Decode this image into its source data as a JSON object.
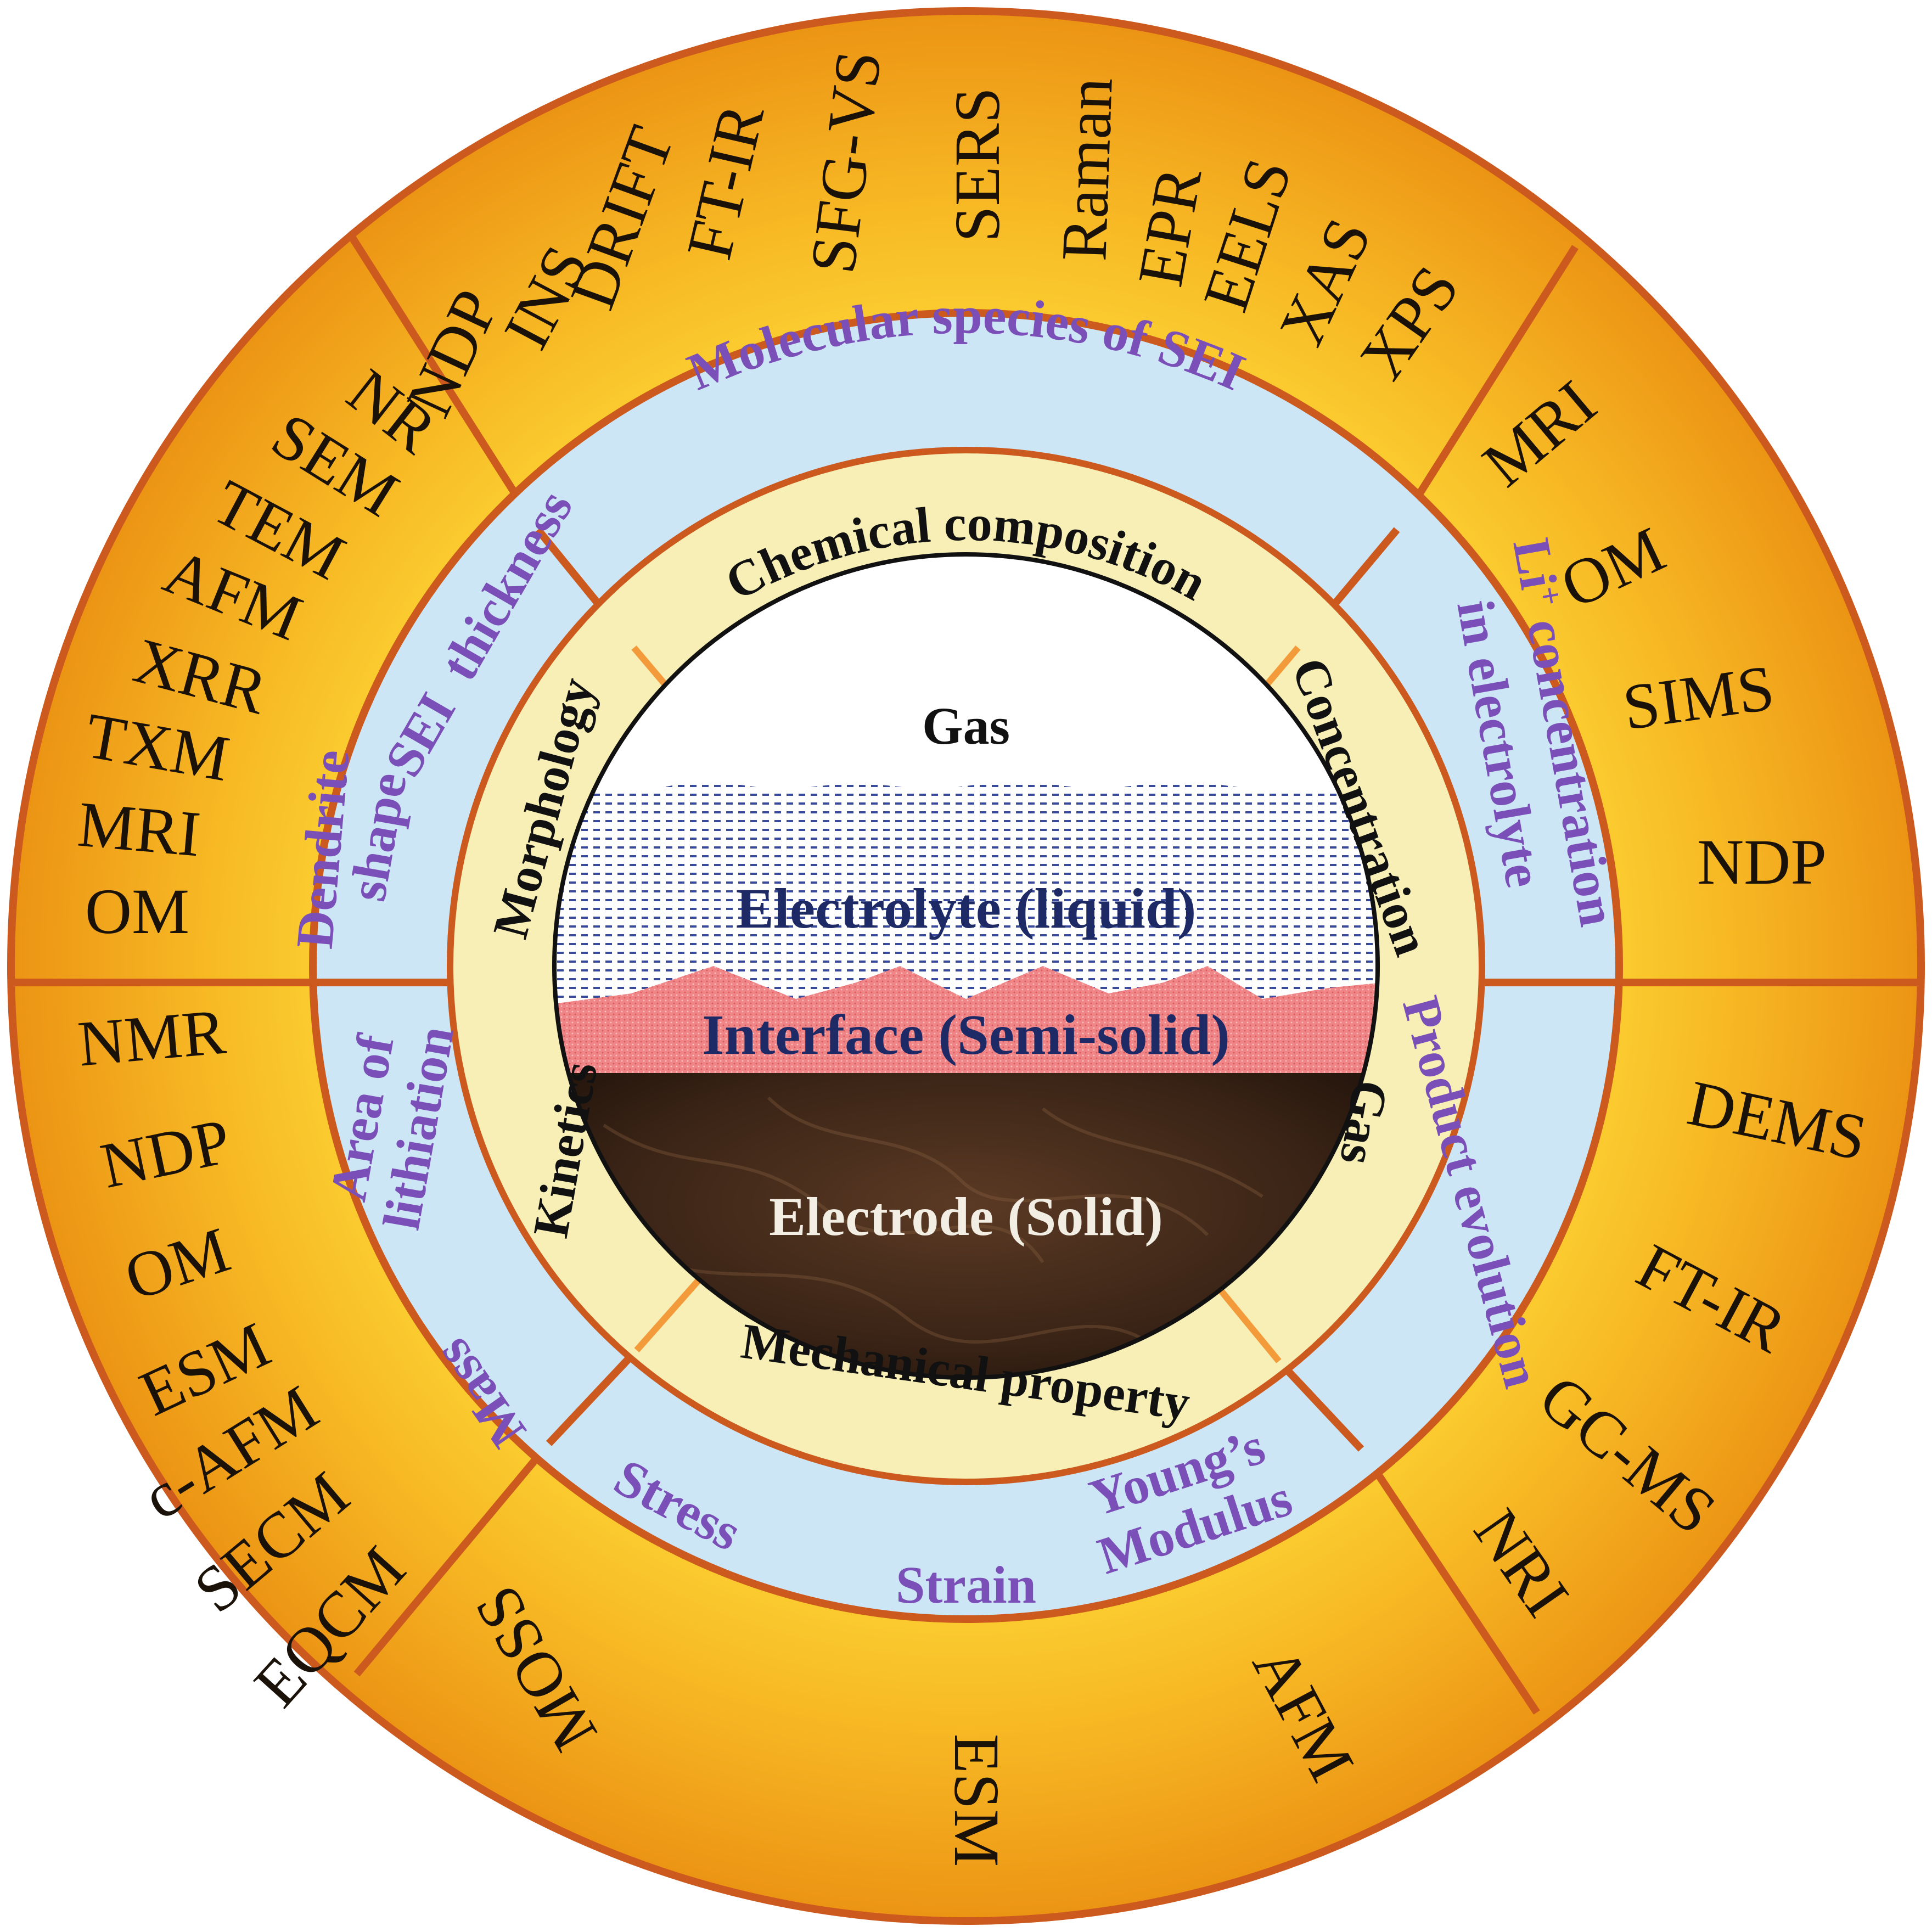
{
  "colors": {
    "outer_ring": "#f1a21c",
    "outer_ring_light": "#fce03a",
    "divider": "#cc5a1e",
    "property_ring": "#cde6f6",
    "category_ring": "#f7efb6",
    "gas": "#ffffff",
    "electrolyte_dots": "#3a4a9a",
    "interface": "#ef7f80",
    "electrode": "#3a2518",
    "property_text": "#7b4fb8"
  },
  "core": {
    "gas": "Gas",
    "electrolyte": "Electrolyte (liquid)",
    "interface": "Interface (Semi-solid)",
    "electrode": "Electrode (Solid)"
  },
  "categories": {
    "chemical_composition": "Chemical composition",
    "concentration": "Concentration",
    "gas": "Gas",
    "mechanical_property": "Mechanical property",
    "kinetics": "Kinetics",
    "morphology": "Morphology"
  },
  "properties": {
    "molecular_species": "Molecular species of SEI",
    "li_conc_line1": "Li",
    "li_conc_sup": "+",
    "li_conc_line1_rest": " concentration",
    "li_conc_line2": "in electrolyte",
    "product_evolution": "Product evolution",
    "youngs_line1": "Young’s",
    "youngs_line2": "Modulus",
    "strain": "Strain",
    "stress": "Stress",
    "mass": "Mass",
    "area_line1": "Area of",
    "area_line2": "lithiation",
    "sei_thickness": "SEI  thickness",
    "shape": "shape",
    "dendrite": "Dendrite"
  },
  "techniques": {
    "top": [
      "NDP",
      "INS",
      "DRIFT",
      "FT-IR",
      "SFG-VS",
      "SERS",
      "Raman",
      "EPR",
      "EELS",
      "XAS",
      "XPS"
    ],
    "upper_right": [
      "MRI",
      "OM",
      "SIMS",
      "NDP"
    ],
    "lower_right": [
      "DEMS",
      "FT-IR",
      "GC-MS",
      "NRI"
    ],
    "bottom": [
      "MOSS",
      "ESM",
      "AFM"
    ],
    "lower_left": [
      "NMR",
      "NDP",
      "OM",
      "ESM",
      "c-AFM",
      "SECM",
      "EQCM"
    ],
    "upper_left": [
      "NR",
      "SEM",
      "TEM",
      "AFM",
      "XRR",
      "TXM",
      "MRI",
      "OM"
    ]
  }
}
